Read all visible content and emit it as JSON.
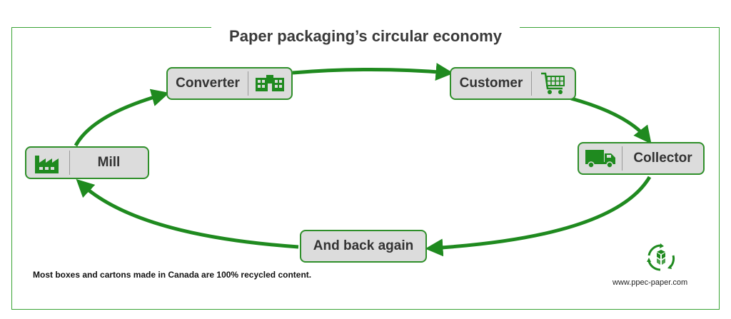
{
  "title": "Paper packaging’s circular economy",
  "nodes": {
    "converter": {
      "label": "Converter",
      "icon": "building-icon"
    },
    "customer": {
      "label": "Customer",
      "icon": "shopping-cart-icon"
    },
    "collector": {
      "label": "Collector",
      "icon": "truck-icon"
    },
    "back_again": {
      "label": "And back again"
    },
    "mill": {
      "label": "Mill",
      "icon": "factory-icon"
    }
  },
  "footnote": "Most boxes and cartons made in Canada are 100% recycled content.",
  "website": "www.ppec-paper.com",
  "logo": {
    "icon": "recycle-cubes-icon"
  },
  "colors": {
    "accent": "#1f8a1f",
    "frame": "#3aa335",
    "box_fill": "#dcdcdc",
    "text": "#3a3a3a"
  }
}
